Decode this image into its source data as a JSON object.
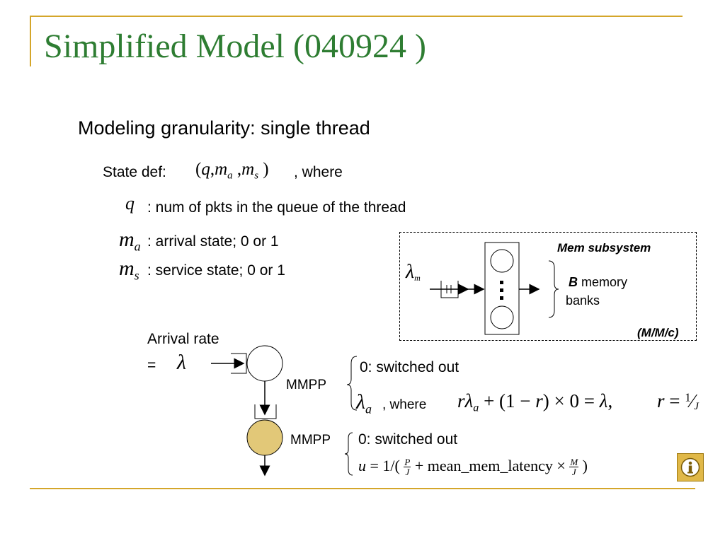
{
  "slide": {
    "title": "Simplified Model (040924 )",
    "subtitle": "Modeling granularity: single thread",
    "state_def_label": "State def:",
    "state_def_suffix": ", where",
    "q_desc": ": num of pkts in the queue of the thread",
    "ma_desc": ": arrival state; 0 or 1",
    "ms_desc": ": service state; 0 or 1"
  },
  "mem_box": {
    "title": "Mem  subsystem",
    "b_label": "B",
    "banks_line1": "memory",
    "banks_line2": "banks",
    "queue_type": "(M/M/c)"
  },
  "model": {
    "arrival_rate_line1": "Arrival rate",
    "arrival_rate_line2": "=",
    "mmpp_top": "MMPP",
    "mmpp_bottom": "MMPP",
    "switched_out_top": "0: switched out",
    "switched_out_bottom": "0: switched out",
    "where_text": ", where",
    "mean_mem_latency": "mean_mem_latency"
  },
  "colors": {
    "title": "#2e7d32",
    "accent": "#d4a62a",
    "server_fill": "#e2c878"
  },
  "icons": {
    "info": "info-icon"
  }
}
